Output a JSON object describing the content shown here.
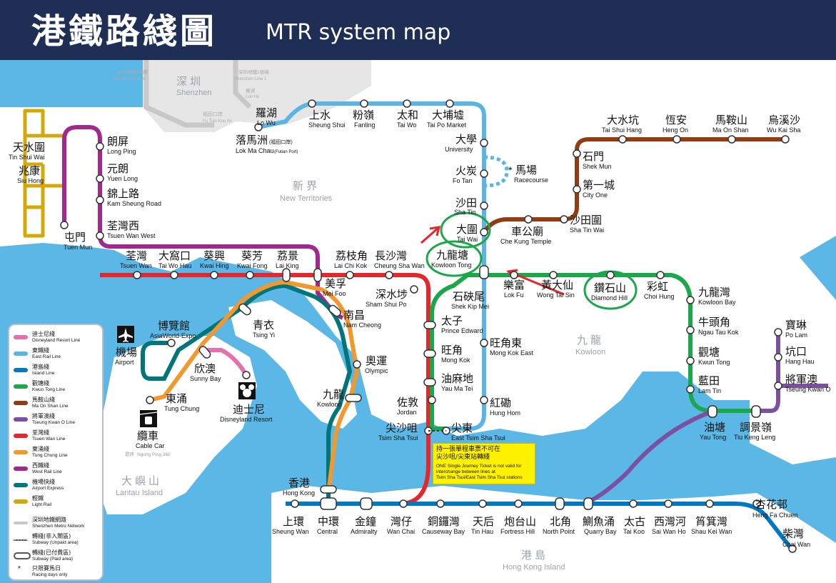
{
  "title": {
    "zh": "港鐵路綫圖",
    "en": "MTR system map"
  },
  "areas": {
    "shenzhen": {
      "zh": "深圳",
      "en": "Shenzhen"
    },
    "new_territories": {
      "zh": "新界",
      "en": "New Territories"
    },
    "kowloon": {
      "zh": "九龍",
      "en": "Kowloon"
    },
    "lantau": {
      "zh": "大嶼山",
      "en": "Lantau Island"
    },
    "hk_island": {
      "zh": "港島",
      "en": "Hong Kong Island"
    }
  },
  "shenzhen_lines": {
    "line4": {
      "zh": "深圳地鐵4號綫",
      "en": "Shenzhen Line 4"
    },
    "line1": {
      "zh": "深圳地鐵1號綫",
      "en": "Shenzhen Line 1"
    },
    "lu_hu": {
      "zh": "羅湖",
      "en": "Luo Hu"
    },
    "futian": {
      "zh": "福田口岸",
      "en": "Fu Tian Kou An"
    }
  },
  "stations": {
    "lo_wu": {
      "zh": "羅湖",
      "en": "Lo Wu"
    },
    "sheung_shui": {
      "zh": "上水",
      "en": "Sheung Shui"
    },
    "fanling": {
      "zh": "粉嶺",
      "en": "Fanling"
    },
    "tai_wo": {
      "zh": "太和",
      "en": "Tai Wo"
    },
    "tai_po_market": {
      "zh": "大埔墟",
      "en": "Tai Po Market"
    },
    "lok_ma_chau": {
      "zh": "落馬洲",
      "zh_small": "(福田口岸)",
      "en": "Lok Ma Chau",
      "en_small": "(Futian Port)"
    },
    "university": {
      "zh": "大學",
      "en": "University"
    },
    "fo_tan": {
      "zh": "火炭",
      "en": "Fo Tan"
    },
    "racecourse": {
      "zh": "馬場",
      "en": "Racecourse"
    },
    "sha_tin": {
      "zh": "沙田",
      "en": "Sha Tin"
    },
    "tai_wai": {
      "zh": "大圍",
      "en": "Tai Wai"
    },
    "che_kung_temple": {
      "zh": "車公廟",
      "en": "Che Kung Temple"
    },
    "sha_tin_wai": {
      "zh": "沙田圍",
      "en": "Sha Tin Wai"
    },
    "city_one": {
      "zh": "第一城",
      "en": "City One"
    },
    "shek_mun": {
      "zh": "石門",
      "en": "Shek Mun"
    },
    "tai_shui_hang": {
      "zh": "大水坑",
      "en": "Tai Shui Hang"
    },
    "heng_on": {
      "zh": "恆安",
      "en": "Heng On"
    },
    "ma_on_shan": {
      "zh": "馬鞍山",
      "en": "Ma On Shan"
    },
    "wu_kai_sha": {
      "zh": "烏溪沙",
      "en": "Wu Kai Sha"
    },
    "tin_shui_wai": {
      "zh": "天水圍",
      "en": "Tin Shui Wai"
    },
    "siu_hong": {
      "zh": "兆康",
      "en": "Siu Hong"
    },
    "tuen_mun": {
      "zh": "屯門",
      "en": "Tuen Mun"
    },
    "long_ping": {
      "zh": "朗屏",
      "en": "Long Ping"
    },
    "yuen_long": {
      "zh": "元朗",
      "en": "Yuen Long"
    },
    "kam_sheung_road": {
      "zh": "錦上路",
      "en": "Kam Sheung Road"
    },
    "tsuen_wan_west": {
      "zh": "荃灣西",
      "en": "Tsuen Wan West"
    },
    "tsuen_wan": {
      "zh": "荃灣",
      "en": "Tsuen Wan"
    },
    "tai_wo_hau": {
      "zh": "大窩口",
      "en": "Tai Wo Hau"
    },
    "kwai_hing": {
      "zh": "葵興",
      "en": "Kwai Hing"
    },
    "kwai_fong": {
      "zh": "葵芳",
      "en": "Kwai Fong"
    },
    "lai_king": {
      "zh": "荔景",
      "en": "Lai King"
    },
    "mei_foo": {
      "zh": "美孚",
      "en": "Mei Foo"
    },
    "lai_chi_kok": {
      "zh": "荔枝角",
      "en": "Lai Chi Kok"
    },
    "cheung_sha_wan": {
      "zh": "長沙灣",
      "en": "Cheung Sha Wan"
    },
    "sham_shui_po": {
      "zh": "深水埗",
      "en": "Sham Shui Po"
    },
    "kowloon_tong": {
      "zh": "九龍塘",
      "en": "Kowloon Tong"
    },
    "shek_kip_mei": {
      "zh": "石硤尾",
      "en": "Shek Kip Mei"
    },
    "prince_edward": {
      "zh": "太子",
      "en": "Prince Edward"
    },
    "mong_kok": {
      "zh": "旺角",
      "en": "Mong Kok"
    },
    "yau_ma_tei": {
      "zh": "油麻地",
      "en": "Yau Ma Tei"
    },
    "jordan": {
      "zh": "佐敦",
      "en": "Jordan"
    },
    "tsim_sha_tsui": {
      "zh": "尖沙咀",
      "en": "Tsim Sha Tsui"
    },
    "east_tsim_sha_tsui": {
      "zh": "尖東",
      "en": "East Tsim Sha Tsui"
    },
    "hung_hom": {
      "zh": "紅磡",
      "en": "Hung Hom"
    },
    "mong_kok_east": {
      "zh": "旺角東",
      "en": "Mong Kok East"
    },
    "lok_fu": {
      "zh": "樂富",
      "en": "Lok Fu"
    },
    "wong_tai_sin": {
      "zh": "黃大仙",
      "en": "Wong Tai Sin"
    },
    "diamond_hill": {
      "zh": "鑽石山",
      "en": "Diamond Hill"
    },
    "choi_hung": {
      "zh": "彩虹",
      "en": "Choi Hung"
    },
    "kowloon_bay": {
      "zh": "九龍灣",
      "en": "Kowloon Bay"
    },
    "ngau_tau_kok": {
      "zh": "牛頭角",
      "en": "Ngau Tau Kok"
    },
    "kwun_tong": {
      "zh": "觀塘",
      "en": "Kwun Tong"
    },
    "lam_tin": {
      "zh": "藍田",
      "en": "Lam Tin"
    },
    "yau_tong": {
      "zh": "油塘",
      "en": "Yau Tong"
    },
    "tiu_keng_leng": {
      "zh": "調景嶺",
      "en": "Tiu Keng Leng"
    },
    "po_lam": {
      "zh": "寶琳",
      "en": "Po Lam"
    },
    "hang_hau": {
      "zh": "坑口",
      "en": "Hang Hau"
    },
    "tseung_kwan_o": {
      "zh": "將軍澳",
      "en": "Tseung Kwan O"
    },
    "tsing_yi": {
      "zh": "青衣",
      "en": "Tsing Yi"
    },
    "nam_cheong": {
      "zh": "南昌",
      "en": "Nam Cheong"
    },
    "olympic": {
      "zh": "奧運",
      "en": "Olympic"
    },
    "kowloon": {
      "zh": "九龍",
      "en": "Kowloon"
    },
    "hong_kong": {
      "zh": "香港",
      "en": "Hong Kong"
    },
    "asiaworld_expo": {
      "zh": "博覽館",
      "en": "AsiaWorld-Expo"
    },
    "airport": {
      "zh": "機場",
      "en": "Airport"
    },
    "sunny_bay": {
      "zh": "欣澳",
      "en": "Sunny Bay"
    },
    "tung_chung": {
      "zh": "東涌",
      "en": "Tung Chung"
    },
    "disneyland_resort": {
      "zh": "迪士尼",
      "en": "Disneyland Resort"
    },
    "cable_car": {
      "zh": "纜車",
      "en": "Cable Car",
      "sub_zh": "昂坪",
      "sub_en": "Ngong Ping 360"
    },
    "sheung_wan": {
      "zh": "上環",
      "en": "Sheung Wan"
    },
    "central": {
      "zh": "中環",
      "en": "Central"
    },
    "admiralty": {
      "zh": "金鐘",
      "en": "Admiralty"
    },
    "wan_chai": {
      "zh": "灣仔",
      "en": "Wan Chai"
    },
    "causeway_bay": {
      "zh": "銅鑼灣",
      "en": "Causeway Bay"
    },
    "tin_hau": {
      "zh": "天后",
      "en": "Tin Hau"
    },
    "fortress_hill": {
      "zh": "炮台山",
      "en": "Fortress Hill"
    },
    "north_point": {
      "zh": "北角",
      "en": "North Point"
    },
    "quarry_bay": {
      "zh": "鰂魚涌",
      "en": "Quarry Bay"
    },
    "tai_koo": {
      "zh": "太古",
      "en": "Tai Koo"
    },
    "sai_wan_ho": {
      "zh": "西灣河",
      "en": "Sai Wan Ho"
    },
    "shau_kei_wan": {
      "zh": "筲箕灣",
      "en": "Shau Kei Wan"
    },
    "heng_fa_chuen": {
      "zh": "杏花邨",
      "en": "Heng Fa Chuen"
    },
    "chai_wan": {
      "zh": "柴灣",
      "en": "Chai Wan"
    }
  },
  "notice": {
    "zh_line1": "持一張單程車票不可在",
    "zh_line2": "尖沙咀/尖東站轉綫",
    "en_line1": "ONE Single Journey Ticket is not valid for",
    "en_line2": "interchange between lines at",
    "en_line3": "Tsim Sha Tsui/East Tsim Sha Tsui stations"
  },
  "legend": [
    {
      "zh": "迪士尼綫",
      "en": "Disneyland Resort Line",
      "color": "#e86fad"
    },
    {
      "zh": "東鐵綫",
      "en": "East Rail Line",
      "color": "#5ab4e5"
    },
    {
      "zh": "港島綫",
      "en": "Island Line",
      "color": "#0079c2"
    },
    {
      "zh": "觀塘綫",
      "en": "Kwun Tong Line",
      "color": "#1aa84a"
    },
    {
      "zh": "馬鞍山綫",
      "en": "Ma On Shan Line",
      "color": "#923c14"
    },
    {
      "zh": "將軍澳綫",
      "en": "Tseung Kwan O Line",
      "color": "#7d4fa1"
    },
    {
      "zh": "荃灣綫",
      "en": "Tsuen Wan Line",
      "color": "#e5262a"
    },
    {
      "zh": "東涌綫",
      "en": "Tung Chung Line",
      "color": "#f3982d"
    },
    {
      "zh": "西鐵綫",
      "en": "West Rail Line",
      "color": "#a0288e"
    },
    {
      "zh": "機場快綫",
      "en": "Airport Express",
      "color": "#00767a"
    },
    {
      "zh": "輕鐵",
      "en": "Light Rail",
      "color": "#d3a809"
    },
    {
      "zh": "深圳地鐵網路",
      "en": "Shenzhen Metro Network",
      "color": "#c8c8c8"
    },
    {
      "zh": "轉綫(非入閘區)",
      "en": "Subway (Unpaid area)",
      "color": "#555555"
    },
    {
      "zh": "轉綫(已付費區)",
      "en": "Subway (Paid area)",
      "color": "#555555"
    },
    {
      "zh": "只限賽馬日",
      "en": "Racing days only",
      "color": "#111111"
    }
  ],
  "colors": {
    "header_bg": "#1e2e55",
    "sea": "#5bb8e6",
    "highlight_circle": "#1aa84a",
    "annotation_arrow": "#e5262a"
  },
  "icons": {
    "airport": "airplane-icon",
    "cable_car": "cable-car-icon",
    "disneyland": "mickey-icon",
    "racecourse": "asterisk-icon"
  }
}
